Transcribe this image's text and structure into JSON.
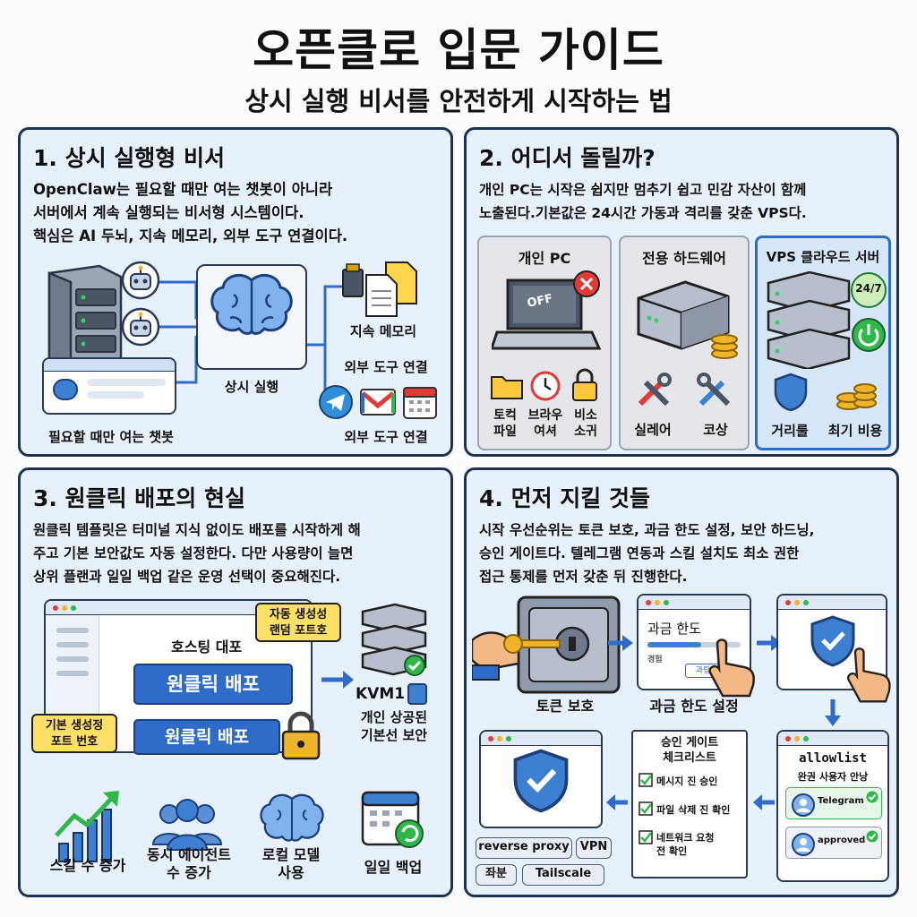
{
  "header": {
    "title": "오픈클로 입문 가이드",
    "subtitle": "상시 실행 비서를 안전하게 시작하는 법"
  },
  "panel1": {
    "title": "1. 상시 실행형 비서",
    "body": [
      "OpenClaw는 필요할 때만 여는 챗봇이 아니라",
      "서버에서 계속 실행되는 비서형 시스템이다.",
      "핵심은 AI 두뇌, 지속 메모리, 외부 도구 연결이다."
    ],
    "labels": {
      "brain": "상시 실행",
      "memory": "지속 메모리",
      "tools_top": "외부 도구 연결",
      "tools_bottom": "외부 도구 연결",
      "chatbot": "필요할 때만 여는 챗봇"
    }
  },
  "panel2": {
    "title": "2. 어디서 돌릴까?",
    "body": [
      "개인 PC는 시작은 쉽지만 멈추기 쉽고 민감 자산이 함께",
      "노출된다.기본값은 24시간 가동과 격리를 갖춘 VPS다."
    ],
    "options": [
      {
        "title": "개인 PC",
        "badge": "OFF",
        "items": [
          "토컥\n파일",
          "브라우\n여셔",
          "비소\n소귀"
        ]
      },
      {
        "title": "전용 하드웨어",
        "items": [
          "실레어",
          "코상"
        ]
      },
      {
        "title": "VPS 클라우드 서버",
        "badge": "24/7",
        "items": [
          "거리룰",
          "최기 비용"
        ]
      }
    ]
  },
  "panel3": {
    "title": "3. 원클릭 배포의 현실",
    "body": [
      "원클릭 템플릿은 터미널 지식 없이도 배포를 시작하게 해",
      "주고 기본 보안값도 자동 설정한다. 다만 사용량이 늘면",
      "상위 플랜과 일일 백업 같은 운영 선택이 중요해진다."
    ],
    "window_title": "호스팅 대포",
    "button1": "원클릭 배포",
    "button2": "원클릭 배포",
    "note_top": "자동 생성성\n랜덤 포트호",
    "note_left": "기본 생성정\n포트 번호",
    "server_label": "KVM1",
    "server_caption": "개인 상공된\n기본선 보안",
    "bottom": [
      "스킬 수 증가",
      "동시 에이전트\n수 증가",
      "로컬 모델\n사용",
      "일일 백업"
    ]
  },
  "panel4": {
    "title": "4. 먼저 지킬 것들",
    "body": [
      "시작 우선순위는 토큰 보호, 과금 한도 설정, 보안 하드닝,",
      "승인 게이트다. 텔레그램 연동과 스킬 설치도 최소 권한",
      "접근 통제를 먼저 갖춘 뒤 진행한다."
    ],
    "token_label": "토큰 보호",
    "billing": {
      "window_title": "과금 한도",
      "small_label": "경험",
      "button": "과링",
      "label": "과금 한도 설정"
    },
    "checklist": {
      "title": "승인 게이트\n체크리스트",
      "items": [
        "메시지 진 승인",
        "파일 삭제 진 확인",
        "네트워크 요청\n전 확인"
      ]
    },
    "allowlist": {
      "title": "allowlist",
      "subtitle": "완권 사용자 안낭",
      "entry1": "Telegram",
      "entry2": "approved"
    },
    "chips": [
      "reverse proxy",
      "VPN",
      "좌분",
      "Tailscale"
    ]
  },
  "colors": {
    "accent": "#2f6bc9",
    "panel": "#e7f1fb",
    "check": "#2eb84a",
    "warn": "#e53935",
    "note": "#ffe066"
  }
}
